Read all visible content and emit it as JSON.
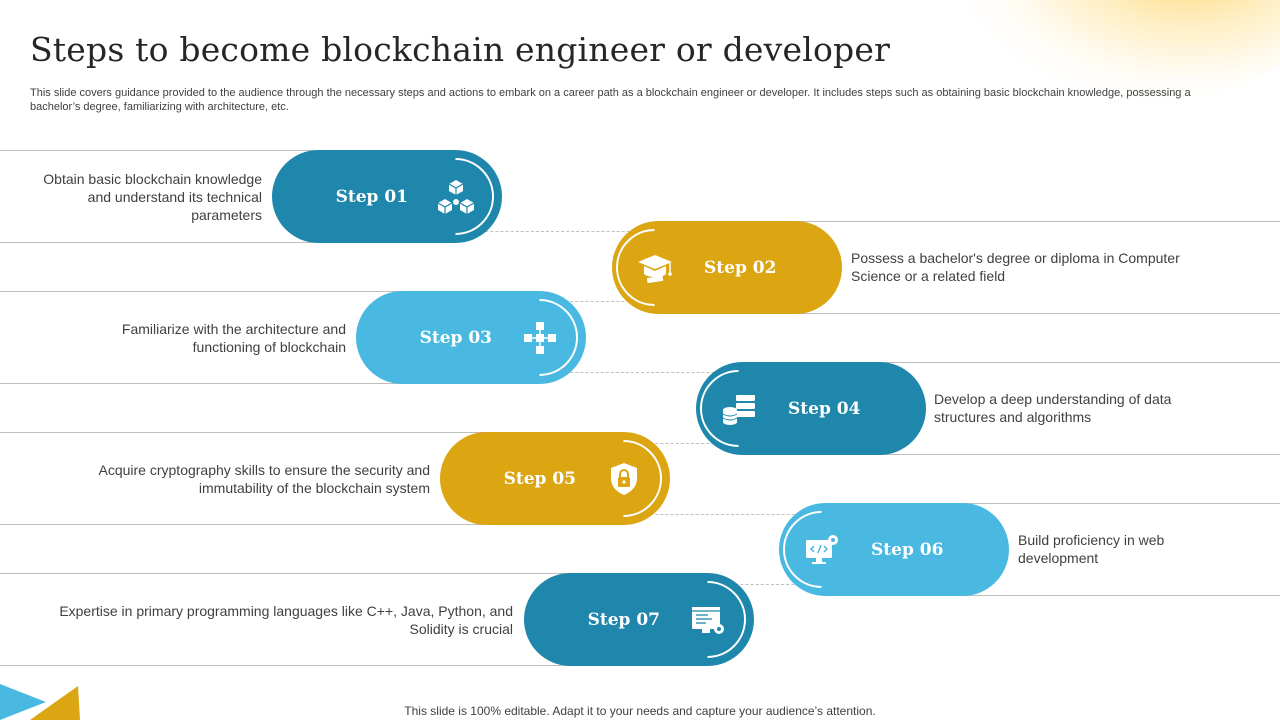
{
  "title": "Steps to become blockchain engineer or developer",
  "subtitle": "This slide covers guidance provided to the audience through the necessary steps and actions to embark on a career path as a blockchain engineer or developer. It includes steps such as obtaining basic blockchain knowledge, possessing a bachelor’s degree, familiarizing with architecture, etc.",
  "colors": {
    "dark_blue": "#1E87AB",
    "gold": "#DCA512",
    "light_blue": "#4AB9E1"
  },
  "steps": [
    {
      "label": "Step 01",
      "text": "Obtain basic blockchain knowledge and understand its technical parameters",
      "icon": "blockchain-cubes-icon",
      "color": "dark_blue"
    },
    {
      "label": "Step 02",
      "text": "Possess a bachelor's degree or diploma in Computer Science or a related field",
      "icon": "graduation-cap-icon",
      "color": "gold"
    },
    {
      "label": "Step 03",
      "text": "Familiarize with the architecture and functioning of blockchain",
      "icon": "network-nodes-icon",
      "color": "light_blue"
    },
    {
      "label": "Step 04",
      "text": "Develop a deep understanding of data structures and algorithms",
      "icon": "database-icon",
      "color": "dark_blue"
    },
    {
      "label": "Step 05",
      "text": "Acquire cryptography skills to ensure the security and immutability of the blockchain system",
      "icon": "shield-lock-icon",
      "color": "gold"
    },
    {
      "label": "Step 06",
      "text": "Build proficiency in web development",
      "icon": "web-development-icon",
      "color": "light_blue"
    },
    {
      "label": "Step 07",
      "text": "Expertise in primary programming languages like C++, Java, Python, and Solidity is crucial",
      "icon": "code-window-icon",
      "color": "dark_blue"
    }
  ],
  "footer": "This slide is 100% editable. Adapt it to your needs and capture your audience’s attention."
}
